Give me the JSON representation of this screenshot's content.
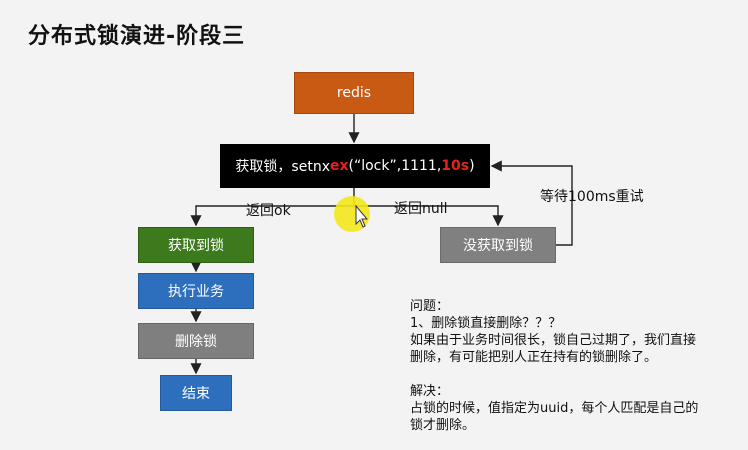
{
  "title": "分布式锁演进-阶段三",
  "nodes": {
    "redis": "redis",
    "acquire_prefix": "获取锁，setnx",
    "acquire_ex": "ex",
    "acquire_mid": "(“lock”,1111,",
    "acquire_ttl": "10s",
    "acquire_suffix": ")",
    "got_lock": "获取到锁",
    "not_got_lock": "没获取到锁",
    "execute": "执行业务",
    "delete_lock": "删除锁",
    "end": "结束"
  },
  "edge_labels": {
    "ok": "返回ok",
    "null": "返回null",
    "retry": "等待100ms重试"
  },
  "notes": {
    "problem_heading": "问题：",
    "problem_1": "1、删除锁直接删除？？？",
    "problem_2": "如果由于业务时间很长，锁自己过期了，我们直接",
    "problem_3": "删除，有可能把别人正在持有的锁删除了。",
    "solution_heading": "解决：",
    "solution_1": "占锁的时候，值指定为uuid，每个人匹配是自己的",
    "solution_2": "锁才删除。"
  },
  "colors": {
    "redis": "#c85a14",
    "acquire": "#000000",
    "highlight": "#e8221b",
    "got": "#3d7a1e",
    "not_got": "#808080",
    "execute": "#2e6fbd",
    "delete": "#7f7f7f",
    "end": "#2e6fbd"
  }
}
